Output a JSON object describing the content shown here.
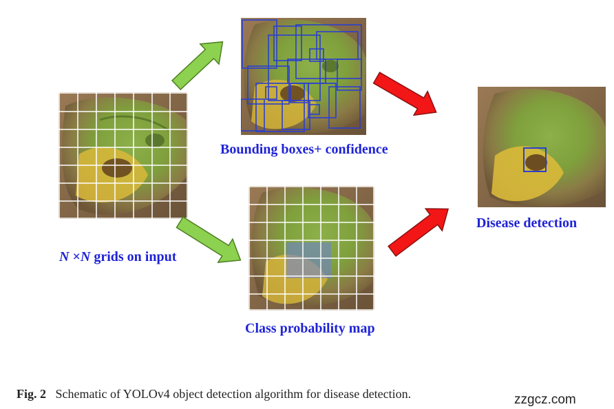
{
  "labels": {
    "grid_var_a": "N",
    "grid_times": " ×",
    "grid_var_b": "N",
    "grid_rest": " grids on input",
    "bounding": "Bounding boxes+ confidence",
    "class_map": "Class probability map",
    "detection": "Disease detection"
  },
  "caption": {
    "fig": "Fig. 2",
    "text": "Schematic of YOLOv4 object detection algorithm for disease detection."
  },
  "watermark": "zzgcz.com",
  "colors": {
    "label": "#1f23d6",
    "arrow_green": "#8cd14f",
    "arrow_red": "#f31616",
    "box_blue": "#2b3fd0"
  }
}
